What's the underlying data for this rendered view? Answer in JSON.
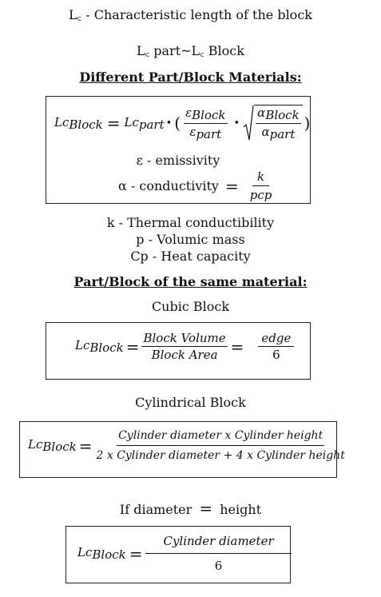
{
  "lines": {
    "lc_definition": "L꜀ - Characteristic length of the block",
    "lc_relation": "L꜀ part~L꜀ Block",
    "heading_different": "Different Part/Block Materials:",
    "epsilon_def": "ε - emissivity",
    "alpha_def_prefix": "α - conductivity",
    "k_def": "k - Thermal conductibility",
    "p_def": "p - Volumic mass",
    "cp_def": "Cp - Heat capacity",
    "heading_same": "Part/Block of the same material:",
    "cubic_title": "Cubic Block",
    "cylindrical_title": "Cylindrical Block",
    "if_diameter": "If diameter",
    "height_word": "height"
  },
  "symbols": {
    "lc": "Lc",
    "block": "Block",
    "part": "part",
    "eps": "ε",
    "alpha": "α",
    "equals": "=",
    "dot": "•",
    "open_paren": "(",
    "close_paren": ")"
  },
  "formulas": {
    "alpha_num": "k",
    "alpha_den": "pcp",
    "cubic_num": "Block Volume",
    "cubic_den": "Block Area",
    "cubic_num2": "edge",
    "cubic_den2": "6",
    "cyl_num": "Cylinder diameter x Cylinder height",
    "cyl_den": "2 x Cylinder diameter + 4 x Cylinder height",
    "cyl2_num": "Cylinder diameter",
    "cyl2_den": "6"
  }
}
